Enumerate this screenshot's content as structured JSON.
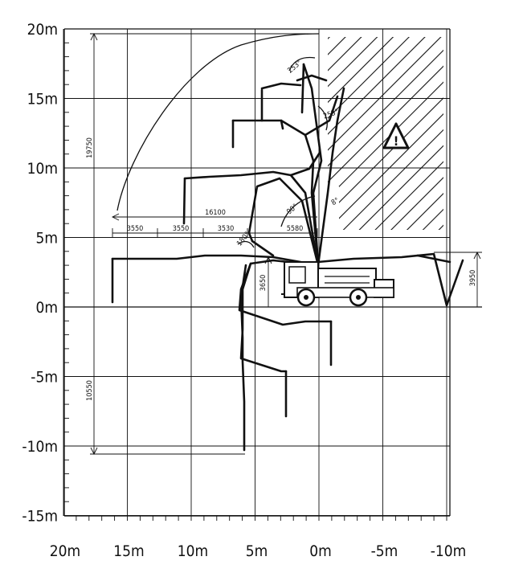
{
  "x_axis": {
    "ticks": [
      {
        "label": "20m",
        "value": 20
      },
      {
        "label": "15m",
        "value": 15
      },
      {
        "label": "10m",
        "value": 10
      },
      {
        "label": "5m",
        "value": 5
      },
      {
        "label": "0m",
        "value": 0
      },
      {
        "label": "-5m",
        "value": -5
      },
      {
        "label": "-10m",
        "value": -10
      }
    ]
  },
  "y_axis": {
    "ticks": [
      {
        "label": "20m",
        "value": 20
      },
      {
        "label": "15m",
        "value": 15
      },
      {
        "label": "10m",
        "value": 10
      },
      {
        "label": "5m",
        "value": 5
      },
      {
        "label": "0m",
        "value": 0
      },
      {
        "label": "-5m",
        "value": -5
      },
      {
        "label": "-10m",
        "value": -10
      },
      {
        "label": "-15m",
        "value": -15
      }
    ]
  },
  "dimensions": {
    "max_height": "19750",
    "max_depth": "10550",
    "reach": "16100",
    "section_1": "3550",
    "section_2": "3550",
    "section_3": "3530",
    "section_4": "5580",
    "truck_height": "3650",
    "folded_height": "3950"
  },
  "angles": {
    "a1": "253°",
    "a2": "253°",
    "a3": "90°",
    "a4": "8°",
    "a5": "180°"
  },
  "warning": {
    "icon": "warning-triangle-icon",
    "symbol": "!"
  }
}
